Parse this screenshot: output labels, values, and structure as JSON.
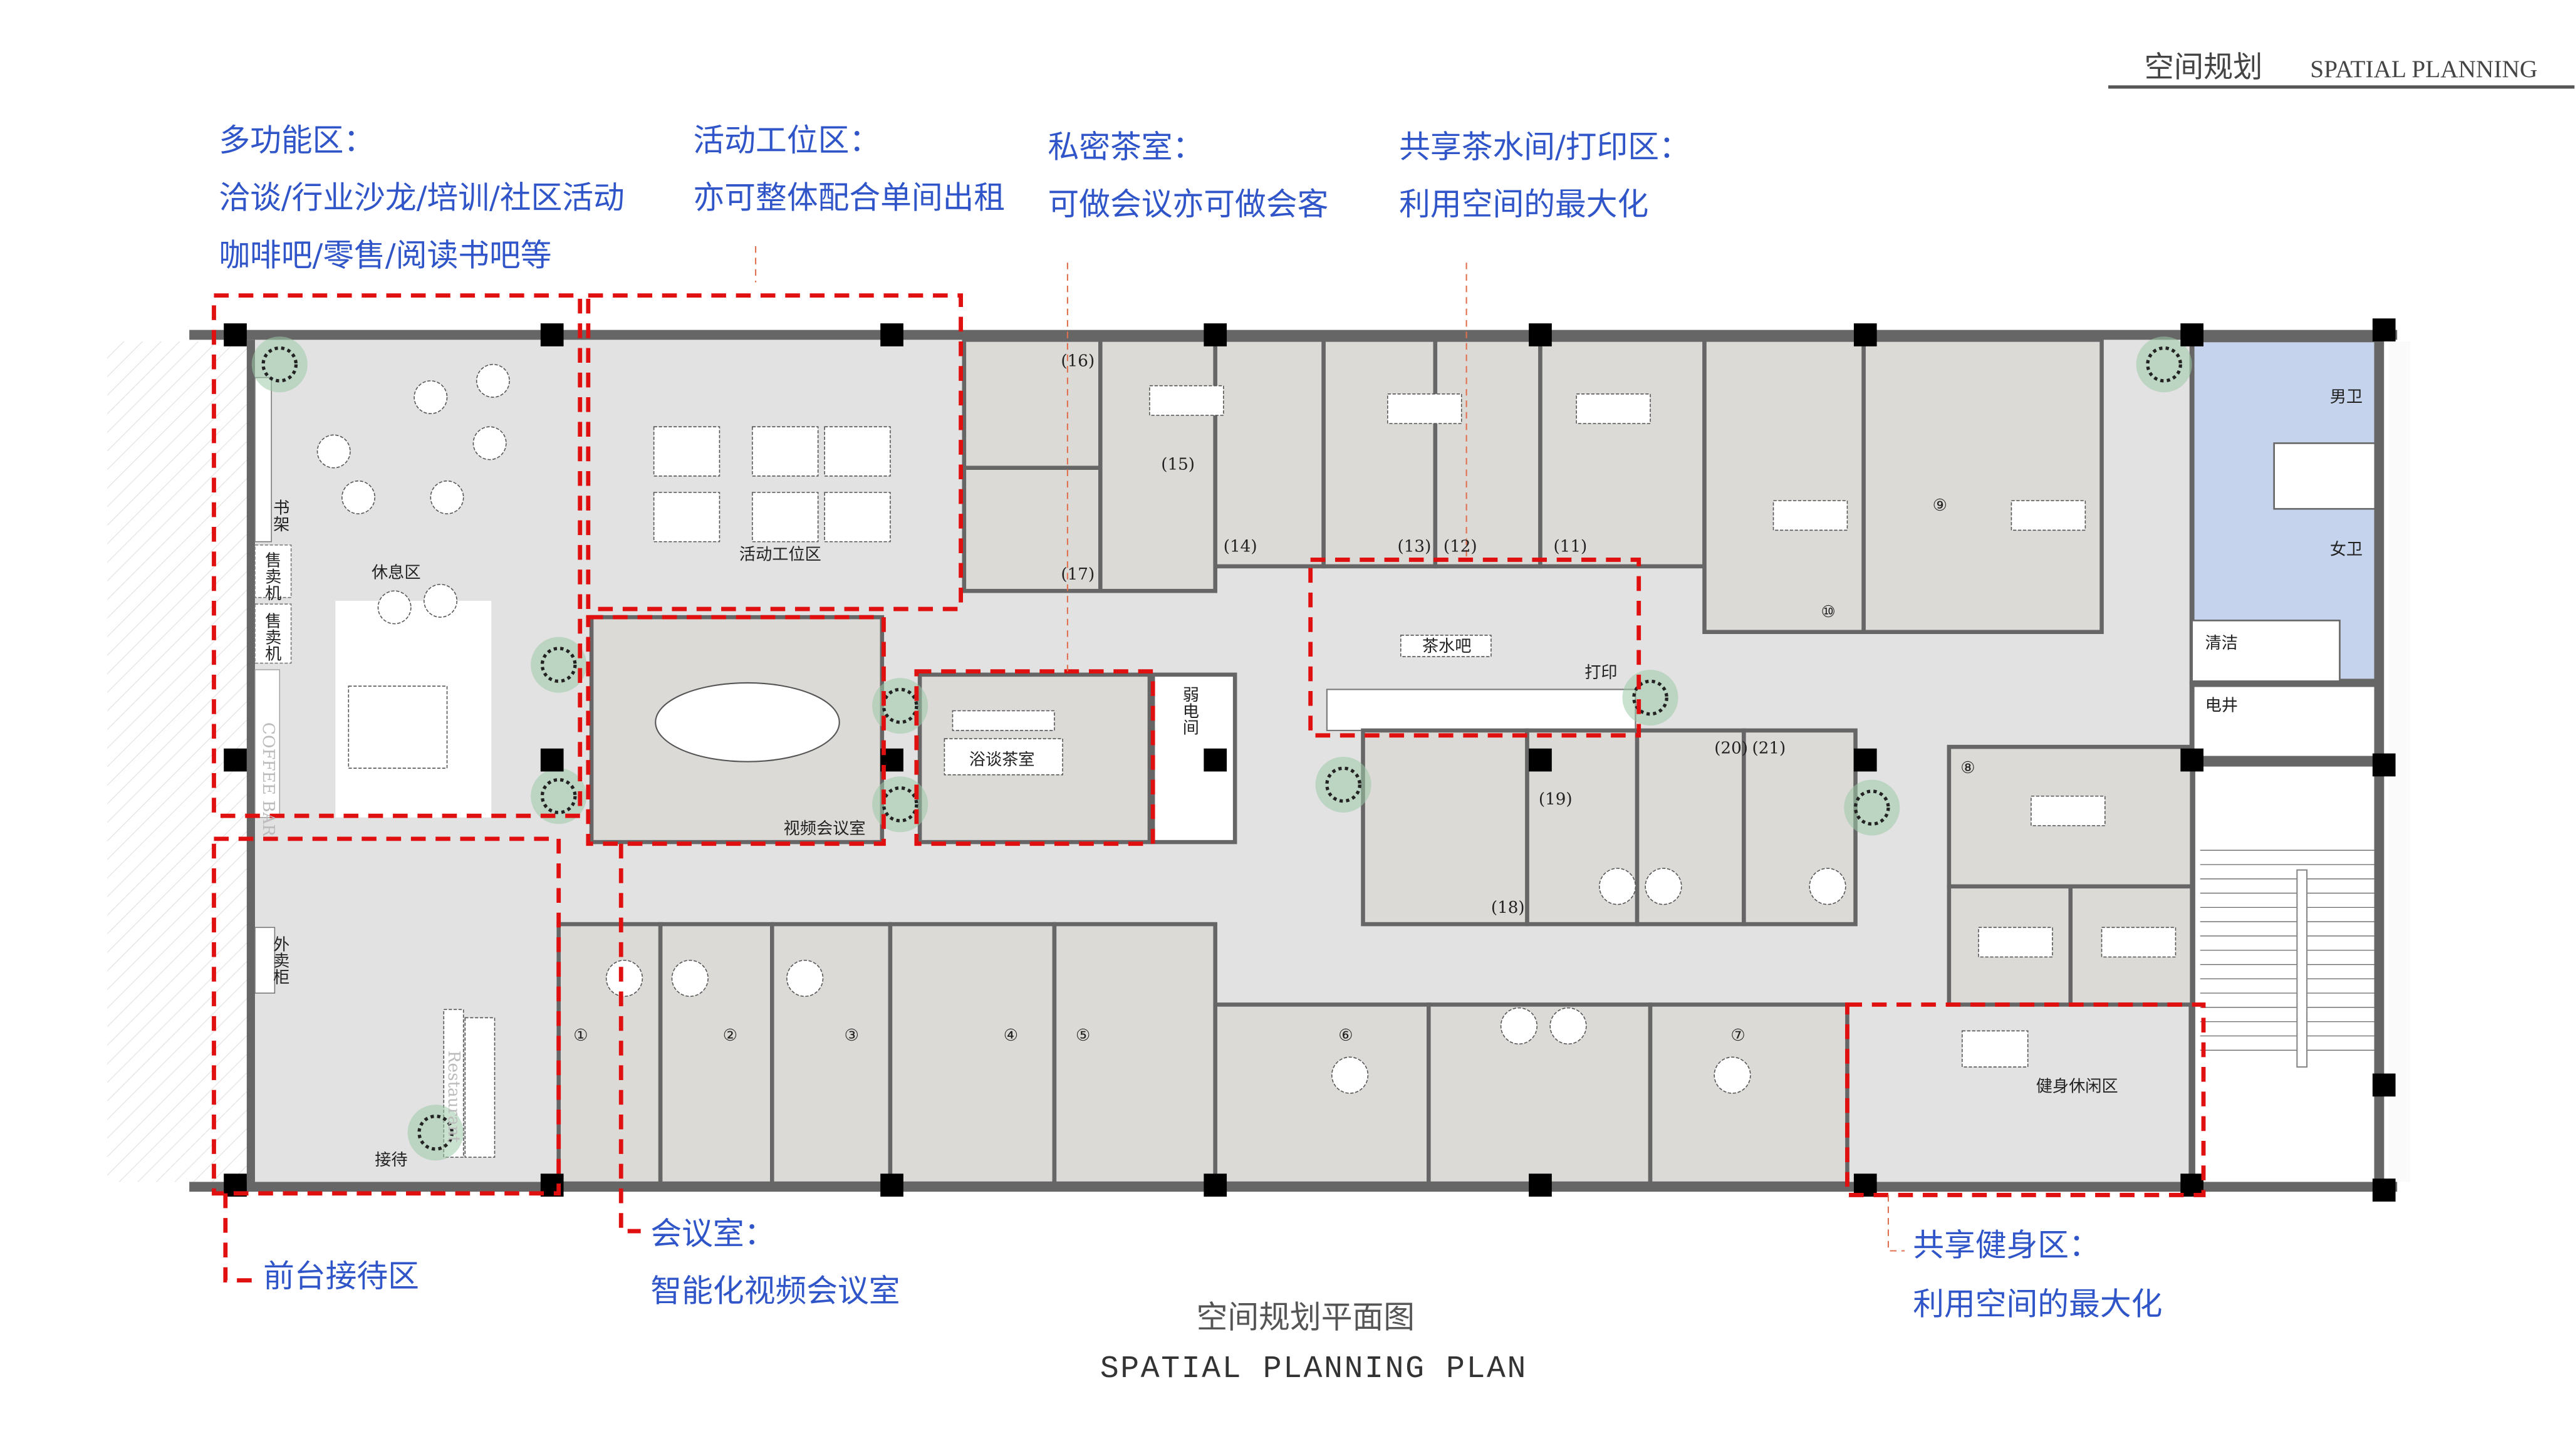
{
  "header": {
    "title_cn": "空间规划",
    "title_en": "SPATIAL PLANNING"
  },
  "annotations": {
    "multi": {
      "title": "多功能区：",
      "line1": "洽谈/行业沙龙/培训/社区活动",
      "line2": "咖啡吧/零售/阅读书吧等"
    },
    "hotdesk": {
      "title": "活动工位区：",
      "line1": "亦可整体配合单间出租"
    },
    "tearoom": {
      "title": "私密茶室：",
      "line1": "可做会议亦可做会客"
    },
    "pantry": {
      "title": "共享茶水间/打印区：",
      "line1": "利用空间的最大化"
    },
    "reception": {
      "title": "前台接待区"
    },
    "meeting": {
      "title": "会议室：",
      "line1": "智能化视频会议室"
    },
    "fitness": {
      "title": "共享健身区：",
      "line1": "利用空间的最大化"
    }
  },
  "labels": {
    "lounge": "休息区",
    "hotdesk": "活动工位区",
    "video_room": "视频会议室",
    "tea_room": "浴谈茶室",
    "weak_room": "弱电间",
    "tea_bar": "茶水吧",
    "print": "打印",
    "bookshelf": "书架",
    "vending1": "售卖机",
    "vending2": "售卖机",
    "coffee_bar": "COFFEE BAR",
    "takeout": "外卖柜",
    "reception": "接待",
    "restaurant": "Restaurant",
    "gym": "健身休闲区",
    "men": "男卫",
    "women": "女卫",
    "cleaning": "清洁",
    "electric": "电井"
  },
  "rooms": {
    "r16": "(16)",
    "r15": "(15)",
    "r14": "(14)",
    "r13": "(13)",
    "r12": "(12)",
    "r11": "(11)",
    "r10": "⑩",
    "r9": "⑨",
    "r8": "⑧",
    "r17": "(17)",
    "r18": "(18)",
    "r19": "(19)",
    "r20": "(20)",
    "r21": "(21)",
    "r1": "①",
    "r2": "②",
    "r3": "③",
    "r4": "④",
    "r5": "⑤",
    "r6": "⑥",
    "r7": "⑦"
  },
  "footer": {
    "title_cn": "空间规划平面图",
    "title_en": "SPATIAL PLANNING PLAN"
  },
  "colors": {
    "zone": "#e01010",
    "annotation": "#2f55c8",
    "restroom": "#c5d3ec"
  }
}
